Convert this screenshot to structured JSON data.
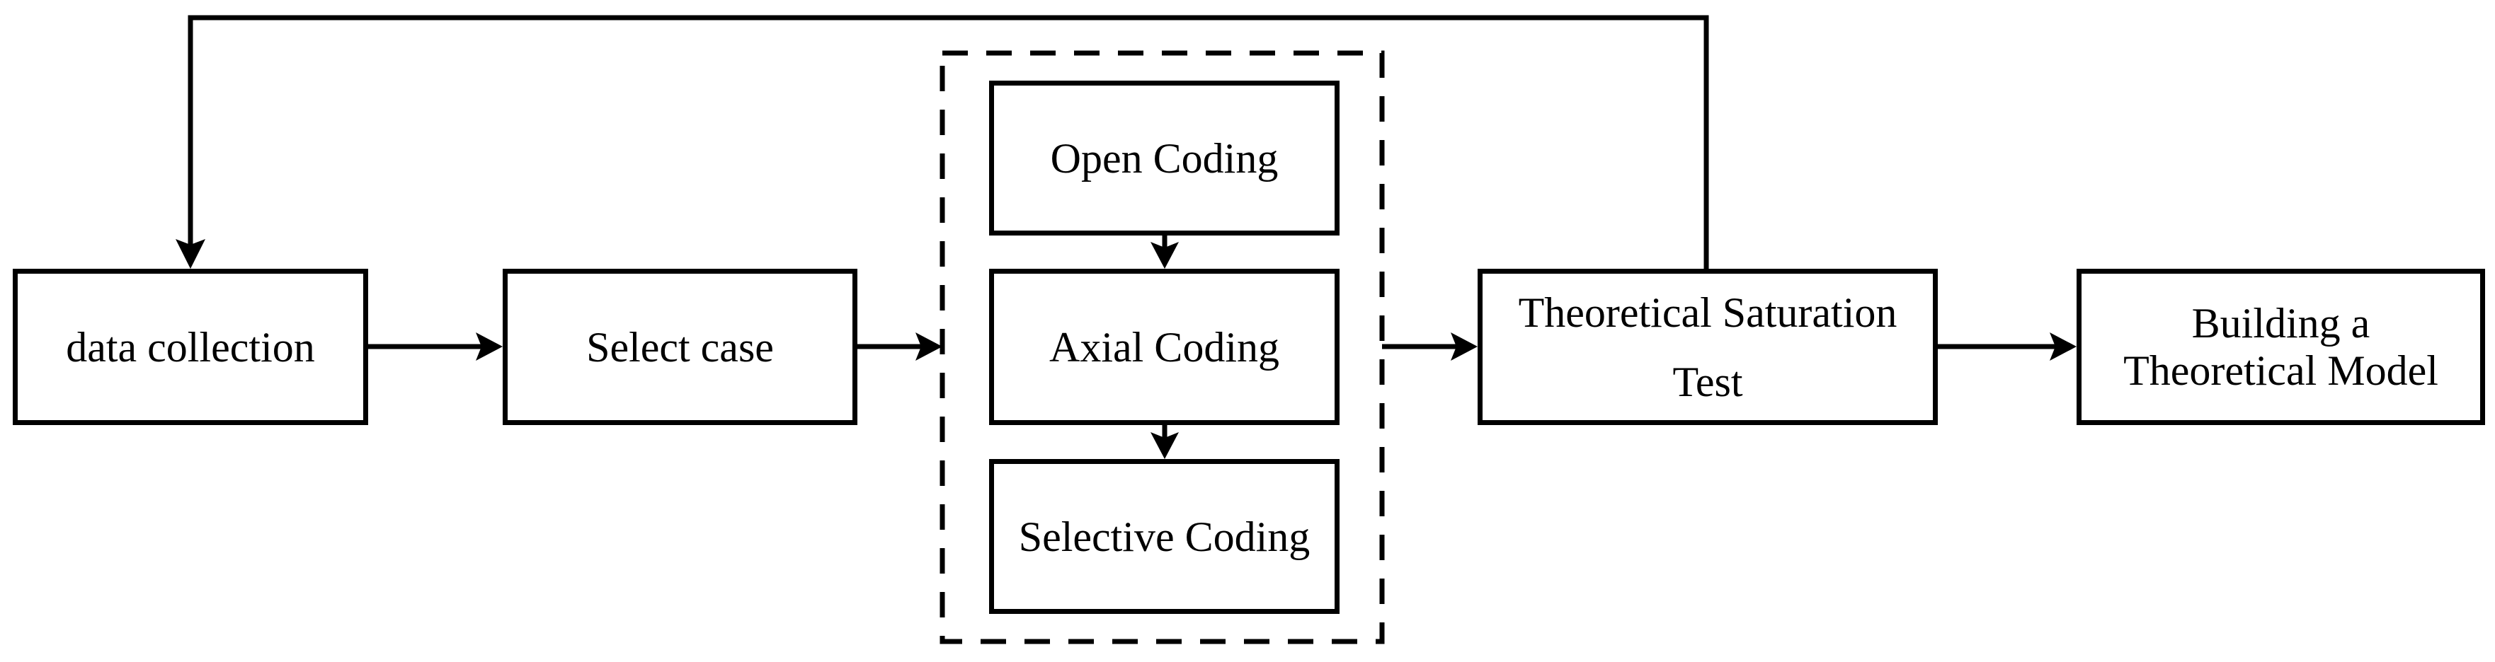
{
  "diagram": {
    "type": "flowchart",
    "background_color": "#ffffff",
    "stroke_color": "#000000",
    "text_color": "#000000",
    "nodes": {
      "data_collection": {
        "lines": [
          "data collection"
        ]
      },
      "select_case": {
        "lines": [
          "Select case"
        ]
      },
      "open_coding": {
        "lines": [
          "Open Coding"
        ]
      },
      "axial_coding": {
        "lines": [
          "Axial Coding"
        ]
      },
      "selective_coding": {
        "lines": [
          "Selective Coding"
        ]
      },
      "saturation_test": {
        "lines": [
          "Theoretical Saturation",
          "Test"
        ]
      },
      "building_model": {
        "lines": [
          "Building a",
          "Theoretical Model"
        ]
      }
    },
    "groups": {
      "coding_group": {
        "border_style": "dashed",
        "members": [
          "open_coding",
          "axial_coding",
          "selective_coding"
        ]
      }
    },
    "edges": [
      {
        "from": "data_collection",
        "to": "select_case",
        "style": "solid",
        "arrow": true
      },
      {
        "from": "select_case",
        "to": "coding_group",
        "style": "solid",
        "arrow": true
      },
      {
        "from": "open_coding",
        "to": "axial_coding",
        "style": "solid",
        "arrow": true
      },
      {
        "from": "axial_coding",
        "to": "selective_coding",
        "style": "solid",
        "arrow": true
      },
      {
        "from": "coding_group",
        "to": "saturation_test",
        "style": "solid",
        "arrow": true
      },
      {
        "from": "saturation_test",
        "to": "building_model",
        "style": "solid",
        "arrow": true
      },
      {
        "from": "saturation_test",
        "to": "data_collection",
        "style": "feedback-loop-over-top",
        "arrow": true
      }
    ]
  }
}
